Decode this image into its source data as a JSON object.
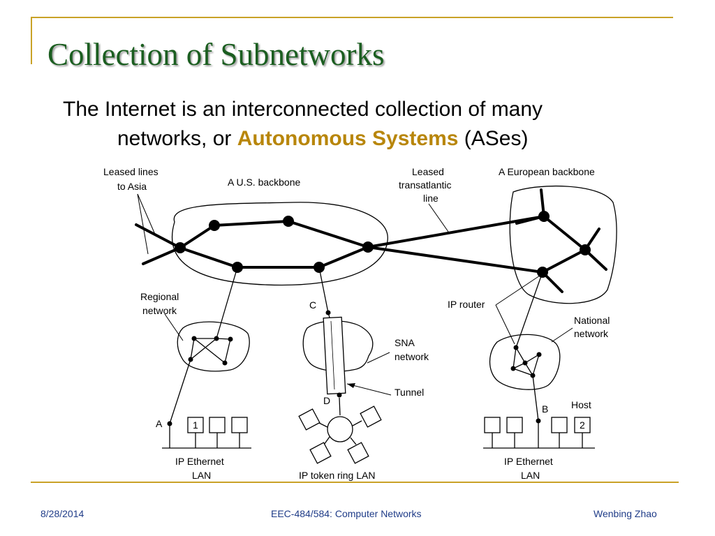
{
  "slide": {
    "title": "Collection of Subnetworks",
    "bullet": {
      "part1": "The Internet is an interconnected collection of many",
      "part2": "networks, or ",
      "highlight": "Autonomous Systems",
      "part3": " (ASes)"
    },
    "accent_color": "#b8860b",
    "title_color": "#1b5e20",
    "frame_color": "#c9a227"
  },
  "diagram": {
    "labels": {
      "leased_asia_1": "Leased lines",
      "leased_asia_2": "to Asia",
      "us_backbone": "A U.S. backbone",
      "leased_transatlantic_1": "Leased",
      "leased_transatlantic_2": "transatlantic",
      "leased_transatlantic_3": "line",
      "european_backbone": "A European backbone",
      "regional_1": "Regional",
      "regional_2": "network",
      "point_c": "C",
      "ip_router": "IP router",
      "national_1": "National",
      "national_2": "network",
      "sna_1": "SNA",
      "sna_2": "network",
      "tunnel": "Tunnel",
      "point_d": "D",
      "point_a": "A",
      "point_b": "B",
      "host": "Host",
      "host_1": "1",
      "host_2": "2",
      "eth_left_1": "IP Ethernet",
      "eth_left_2": "LAN",
      "token_ring": "IP token ring LAN",
      "eth_right_1": "IP Ethernet",
      "eth_right_2": "LAN"
    }
  },
  "footer": {
    "date": "8/28/2014",
    "course": "EEC-484/584: Computer Networks",
    "author": "Wenbing Zhao"
  }
}
